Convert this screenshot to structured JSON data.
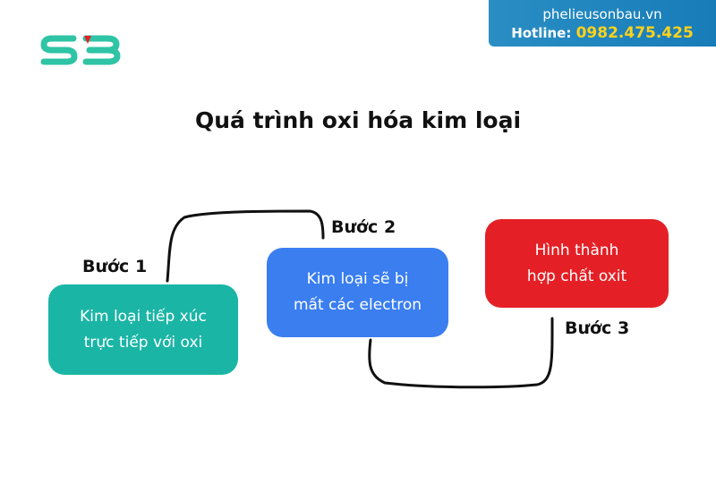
{
  "header": {
    "site": "phelieusonbau.vn",
    "hotline_label": "Hotline:",
    "hotline_number": "0982.475.425"
  },
  "logo": {
    "text": "SB",
    "color": "#2ec4a5"
  },
  "title": "Quá trình oxi hóa kim loại",
  "steps": [
    {
      "label": "Bước 1",
      "lines": [
        "Kim loại tiếp xúc",
        "trực tiếp với oxi"
      ],
      "color": "#1bb5a6"
    },
    {
      "label": "Bước 2",
      "lines": [
        "Kim loại sẽ bị",
        "mất các electron"
      ],
      "color": "#3a7ef0"
    },
    {
      "label": "Bước 3",
      "lines": [
        "Hình thành",
        "hợp chất oxit"
      ],
      "color": "#e42026"
    }
  ]
}
